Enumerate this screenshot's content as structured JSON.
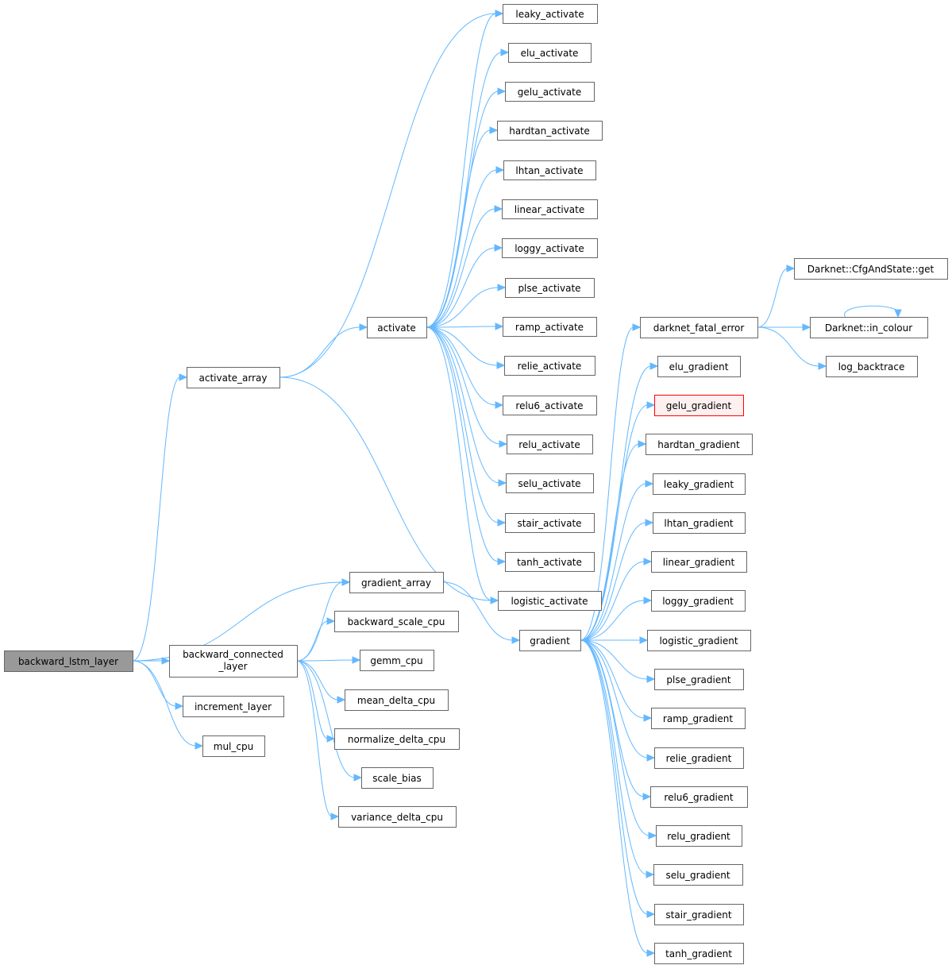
{
  "graph": {
    "edge_color": "#63b8ff",
    "root_fill": "#999999",
    "missing_border": "#ff0000",
    "nodes": [
      {
        "id": "backward_lstm_layer",
        "label": "backward_lstm_layer",
        "kind": "root"
      },
      {
        "id": "activate_array",
        "label": "activate_array"
      },
      {
        "id": "activate",
        "label": "activate"
      },
      {
        "id": "leaky_activate",
        "label": "leaky_activate"
      },
      {
        "id": "elu_activate",
        "label": "elu_activate"
      },
      {
        "id": "gelu_activate",
        "label": "gelu_activate"
      },
      {
        "id": "hardtan_activate",
        "label": "hardtan_activate"
      },
      {
        "id": "lhtan_activate",
        "label": "lhtan_activate"
      },
      {
        "id": "linear_activate",
        "label": "linear_activate"
      },
      {
        "id": "loggy_activate",
        "label": "loggy_activate"
      },
      {
        "id": "plse_activate",
        "label": "plse_activate"
      },
      {
        "id": "ramp_activate",
        "label": "ramp_activate"
      },
      {
        "id": "relie_activate",
        "label": "relie_activate"
      },
      {
        "id": "relu6_activate",
        "label": "relu6_activate"
      },
      {
        "id": "relu_activate",
        "label": "relu_activate"
      },
      {
        "id": "selu_activate",
        "label": "selu_activate"
      },
      {
        "id": "stair_activate",
        "label": "stair_activate"
      },
      {
        "id": "tanh_activate",
        "label": "tanh_activate"
      },
      {
        "id": "logistic_activate",
        "label": "logistic_activate"
      },
      {
        "id": "gradient_array",
        "label": "gradient_array"
      },
      {
        "id": "backward_scale_cpu",
        "label": "backward_scale_cpu"
      },
      {
        "id": "gemm_cpu",
        "label": "gemm_cpu"
      },
      {
        "id": "mean_delta_cpu",
        "label": "mean_delta_cpu"
      },
      {
        "id": "normalize_delta_cpu",
        "label": "normalize_delta_cpu"
      },
      {
        "id": "scale_bias",
        "label": "scale_bias"
      },
      {
        "id": "variance_delta_cpu",
        "label": "variance_delta_cpu"
      },
      {
        "id": "backward_connected_layer",
        "label": "backward_connected",
        "label2": "_layer"
      },
      {
        "id": "increment_layer",
        "label": "increment_layer"
      },
      {
        "id": "mul_cpu",
        "label": "mul_cpu"
      },
      {
        "id": "gradient",
        "label": "gradient"
      },
      {
        "id": "darknet_fatal_error",
        "label": "darknet_fatal_error"
      },
      {
        "id": "elu_gradient",
        "label": "elu_gradient"
      },
      {
        "id": "gelu_gradient",
        "label": "gelu_gradient",
        "kind": "missing"
      },
      {
        "id": "hardtan_gradient",
        "label": "hardtan_gradient"
      },
      {
        "id": "leaky_gradient",
        "label": "leaky_gradient"
      },
      {
        "id": "lhtan_gradient",
        "label": "lhtan_gradient"
      },
      {
        "id": "linear_gradient",
        "label": "linear_gradient"
      },
      {
        "id": "loggy_gradient",
        "label": "loggy_gradient"
      },
      {
        "id": "logistic_gradient",
        "label": "logistic_gradient"
      },
      {
        "id": "plse_gradient",
        "label": "plse_gradient"
      },
      {
        "id": "ramp_gradient",
        "label": "ramp_gradient"
      },
      {
        "id": "relie_gradient",
        "label": "relie_gradient"
      },
      {
        "id": "relu6_gradient",
        "label": "relu6_gradient"
      },
      {
        "id": "relu_gradient",
        "label": "relu_gradient"
      },
      {
        "id": "selu_gradient",
        "label": "selu_gradient"
      },
      {
        "id": "stair_gradient",
        "label": "stair_gradient"
      },
      {
        "id": "tanh_gradient",
        "label": "tanh_gradient"
      },
      {
        "id": "cfg_get",
        "label": "Darknet::CfgAndState::get"
      },
      {
        "id": "in_colour",
        "label": "Darknet::in_colour"
      },
      {
        "id": "log_backtrace",
        "label": "log_backtrace"
      }
    ],
    "edges": [
      [
        "backward_lstm_layer",
        "activate_array"
      ],
      [
        "backward_lstm_layer",
        "gradient_array"
      ],
      [
        "backward_lstm_layer",
        "backward_connected_layer"
      ],
      [
        "backward_lstm_layer",
        "increment_layer"
      ],
      [
        "backward_lstm_layer",
        "mul_cpu"
      ],
      [
        "activate_array",
        "activate"
      ],
      [
        "activate_array",
        "leaky_activate"
      ],
      [
        "activate_array",
        "logistic_activate"
      ],
      [
        "activate",
        "leaky_activate"
      ],
      [
        "activate",
        "elu_activate"
      ],
      [
        "activate",
        "gelu_activate"
      ],
      [
        "activate",
        "hardtan_activate"
      ],
      [
        "activate",
        "lhtan_activate"
      ],
      [
        "activate",
        "linear_activate"
      ],
      [
        "activate",
        "loggy_activate"
      ],
      [
        "activate",
        "plse_activate"
      ],
      [
        "activate",
        "ramp_activate"
      ],
      [
        "activate",
        "relie_activate"
      ],
      [
        "activate",
        "relu6_activate"
      ],
      [
        "activate",
        "relu_activate"
      ],
      [
        "activate",
        "selu_activate"
      ],
      [
        "activate",
        "stair_activate"
      ],
      [
        "activate",
        "tanh_activate"
      ],
      [
        "activate",
        "logistic_activate"
      ],
      [
        "backward_connected_layer",
        "gradient_array"
      ],
      [
        "backward_connected_layer",
        "backward_scale_cpu"
      ],
      [
        "backward_connected_layer",
        "gemm_cpu"
      ],
      [
        "backward_connected_layer",
        "mean_delta_cpu"
      ],
      [
        "backward_connected_layer",
        "normalize_delta_cpu"
      ],
      [
        "backward_connected_layer",
        "scale_bias"
      ],
      [
        "backward_connected_layer",
        "variance_delta_cpu"
      ],
      [
        "gradient_array",
        "gradient"
      ],
      [
        "gradient",
        "darknet_fatal_error"
      ],
      [
        "gradient",
        "elu_gradient"
      ],
      [
        "gradient",
        "gelu_gradient"
      ],
      [
        "gradient",
        "hardtan_gradient"
      ],
      [
        "gradient",
        "leaky_gradient"
      ],
      [
        "gradient",
        "lhtan_gradient"
      ],
      [
        "gradient",
        "linear_gradient"
      ],
      [
        "gradient",
        "loggy_gradient"
      ],
      [
        "gradient",
        "logistic_gradient"
      ],
      [
        "gradient",
        "plse_gradient"
      ],
      [
        "gradient",
        "ramp_gradient"
      ],
      [
        "gradient",
        "relie_gradient"
      ],
      [
        "gradient",
        "relu6_gradient"
      ],
      [
        "gradient",
        "relu_gradient"
      ],
      [
        "gradient",
        "selu_gradient"
      ],
      [
        "gradient",
        "stair_gradient"
      ],
      [
        "gradient",
        "tanh_gradient"
      ],
      [
        "darknet_fatal_error",
        "cfg_get"
      ],
      [
        "darknet_fatal_error",
        "in_colour"
      ],
      [
        "darknet_fatal_error",
        "log_backtrace"
      ],
      [
        "in_colour",
        "in_colour"
      ]
    ]
  }
}
